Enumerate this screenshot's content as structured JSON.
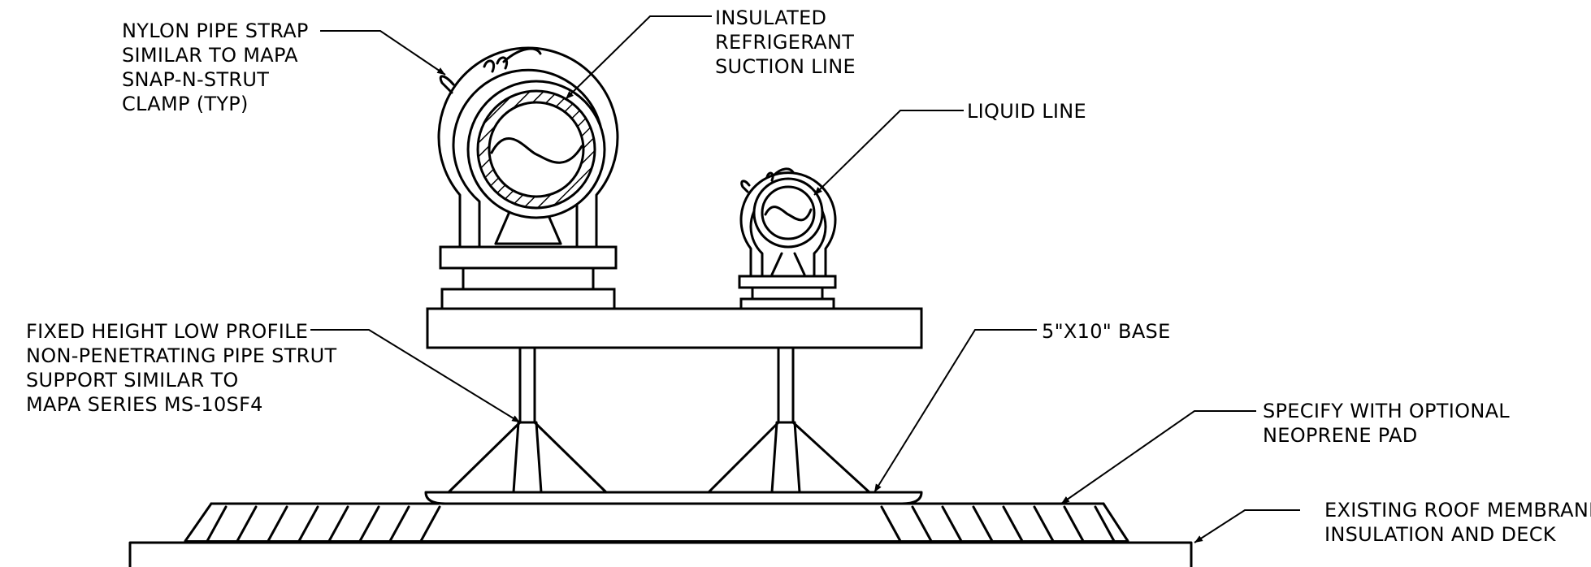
{
  "colors": {
    "line": "#000000",
    "background": "#ffffff"
  },
  "labels": {
    "nylon_strap": [
      "NYLON PIPE STRAP",
      "SIMILAR TO MAPA",
      "SNAP-N-STRUT",
      "CLAMP (TYP)"
    ],
    "suction_line": [
      "INSULATED",
      "REFRIGERANT",
      "SUCTION LINE"
    ],
    "liquid_line": [
      "LIQUID LINE"
    ],
    "strut_support": [
      "FIXED HEIGHT LOW PROFILE",
      "NON-PENETRATING PIPE STRUT",
      "SUPPORT SIMILAR TO",
      "MAPA SERIES MS-10SF4"
    ],
    "base": [
      "5\"X10\" BASE"
    ],
    "neoprene_pad": [
      "SPECIFY WITH OPTIONAL",
      "NEOPRENE PAD"
    ],
    "roof": [
      "EXISTING ROOF MEMBRANE",
      "INSULATION AND DECK"
    ]
  }
}
